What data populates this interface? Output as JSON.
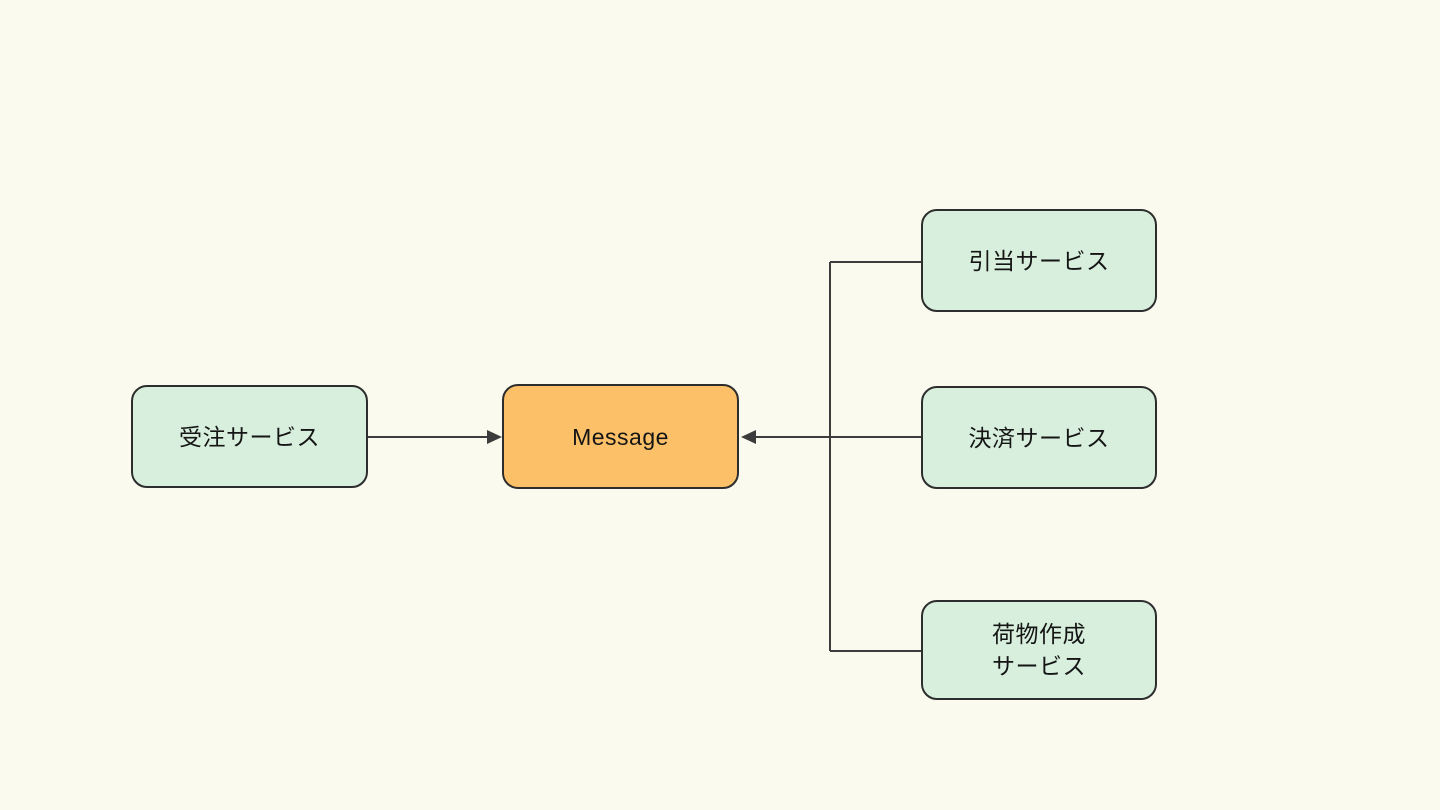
{
  "diagram": {
    "type": "flow-diagram",
    "background_color": "#fafbee",
    "colors": {
      "service_node_fill": "#d7efdc",
      "message_node_fill": "#fcc168",
      "node_border": "#2d2d2d",
      "connector_line": "#3c3c3c",
      "text": "#151515"
    },
    "nodes": {
      "order": {
        "label": "受注サービス"
      },
      "message": {
        "label": "Message"
      },
      "allocation": {
        "label": "引当サービス"
      },
      "payment": {
        "label": "決済サービス"
      },
      "package": {
        "label": "荷物作成\nサービス"
      }
    },
    "edges": [
      {
        "from": "order",
        "to": "message",
        "style": "arrow"
      },
      {
        "from": "payment",
        "to": "message",
        "style": "arrow"
      },
      {
        "from": "allocation",
        "to": "branch-line",
        "style": "line"
      },
      {
        "from": "package",
        "to": "branch-line",
        "style": "line"
      }
    ]
  }
}
